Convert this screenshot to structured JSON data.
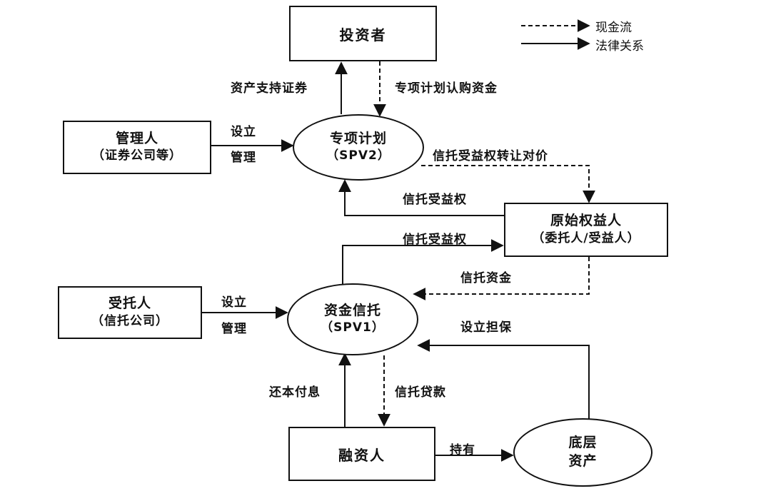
{
  "legend": {
    "cash_flow": "现金流",
    "legal_relation": "法律关系"
  },
  "nodes": {
    "investor": "投资者",
    "manager": {
      "line1": "管理人",
      "line2": "（证券公司等）"
    },
    "special_plan": {
      "line1": "专项计划",
      "line2": "（SPV2）"
    },
    "original_beneficiary": {
      "line1": "原始权益人",
      "line2": "（委托人/受益人）"
    },
    "trustee": {
      "line1": "受托人",
      "line2": "（信托公司）"
    },
    "fund_trust": {
      "line1": "资金信托",
      "line2": "（SPV1）"
    },
    "financier": "融资人",
    "underlying_assets": {
      "line1": "底层",
      "line2": "资产"
    }
  },
  "edge_labels": {
    "abs": "资产支持证券",
    "plan_subscription": "专项计划认购资金",
    "establish_1": "设立",
    "manage_1": "管理",
    "transfer_consideration": "信托受益权转让对价",
    "trust_beneficial_right_1": "信托受益权",
    "trust_beneficial_right_2": "信托受益权",
    "trust_funds": "信托资金",
    "establish_2": "设立",
    "manage_2": "管理",
    "guarantee": "设立担保",
    "repay": "还本付息",
    "trust_loan": "信托贷款",
    "hold": "持有"
  }
}
